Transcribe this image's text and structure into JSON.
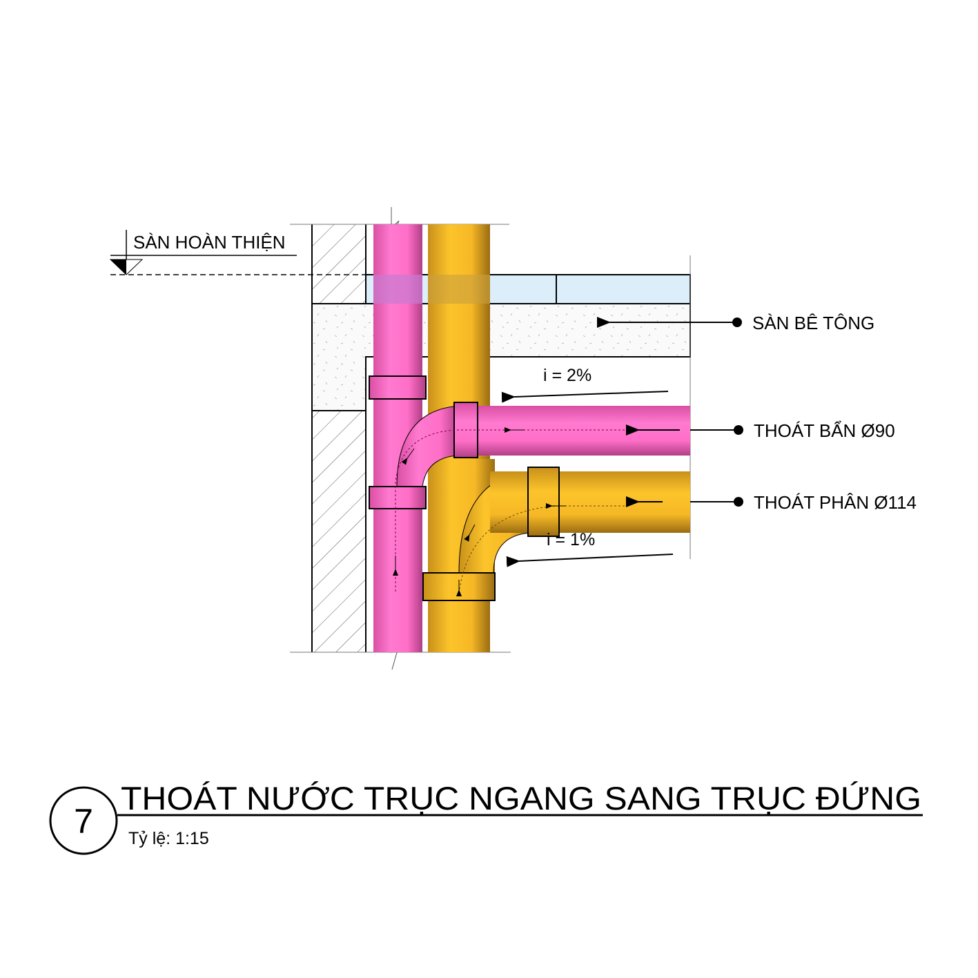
{
  "labels": {
    "finish_floor": "SÀN HOÀN THIỆN",
    "concrete_slab": "SÀN BÊ TÔNG",
    "grey_water": "THOÁT BẨN Ø90",
    "black_water": "THOÁT PHÂN Ø114",
    "slope_upper": "i = 2%",
    "slope_lower": "i = 1%"
  },
  "title": {
    "number": "7",
    "text": "THOÁT NƯỚC TRỤC NGANG SANG TRỤC ĐỨNG",
    "scale": "Tỷ lệ: 1:15"
  },
  "colors": {
    "pink": "#ff6ec7",
    "yellow": "#fbbf24",
    "finish": "#dbeefa"
  }
}
